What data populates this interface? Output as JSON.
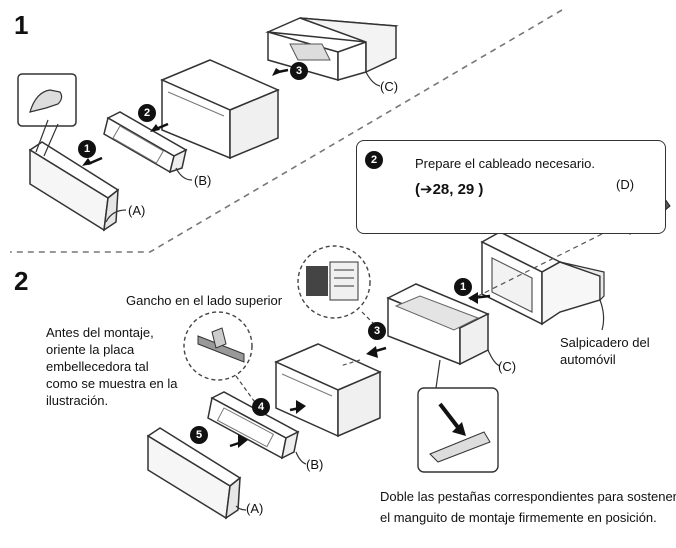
{
  "steps": {
    "one": "1",
    "two": "2"
  },
  "badges": {
    "s1_b1": "1",
    "s1_b2": "2",
    "s1_b3": "3",
    "s2_b1": "1",
    "s2_b3": "3",
    "s2_b4": "4",
    "s2_b5": "5",
    "callout_badge": "2"
  },
  "labels": {
    "s1_a": "(A)",
    "s1_b": "(B)",
    "s1_c": "(C)",
    "s2_a": "(A)",
    "s2_b": "(B)",
    "s2_c": "(C)",
    "s2_d": "(D)"
  },
  "callout": {
    "line1": "Prepare el cableado necesario.",
    "line2": "(➔28, 29 )"
  },
  "notes": {
    "hook": "Gancho en el lado superior",
    "before_mounting": [
      "Antes del montaje,",
      "oriente la placa",
      "embellecedora tal",
      "como se muestra en la",
      "ilustración."
    ],
    "dashboard": [
      "Salpicadero del",
      "automóvil"
    ],
    "bend_tabs": [
      "Doble las pestañas correspondientes para sostener",
      "el manguito de montaje firmemente en posición."
    ]
  }
}
